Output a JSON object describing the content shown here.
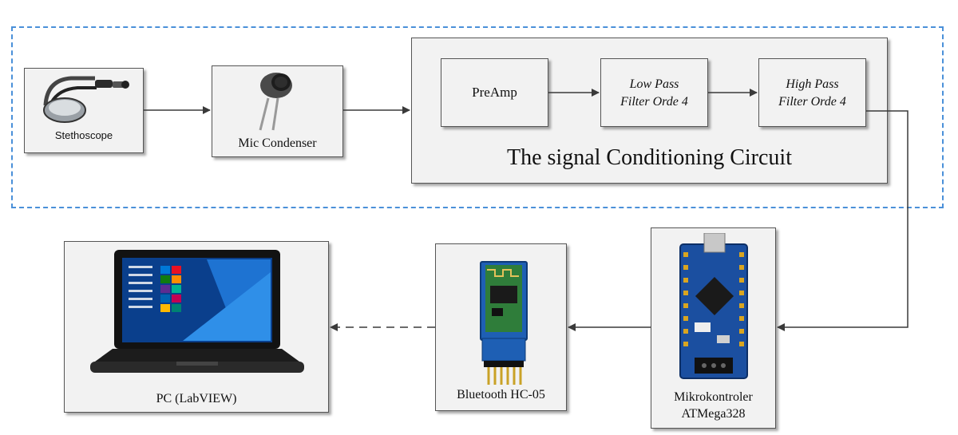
{
  "blocks": {
    "stethoscope": "Stethoscope",
    "mic": "Mic Condenser",
    "preamp": "PreAmp",
    "lowpass_line1": "Low Pass",
    "lowpass_line2": "Filter Orde 4",
    "highpass_line1": "High Pass",
    "highpass_line2": "Filter Orde 4",
    "conditioning_title": "The signal Conditioning Circuit",
    "micro_line1": "Mikrokontroler",
    "micro_line2": "ATMega328",
    "bluetooth": "Bluetooth HC-05",
    "pc": "PC (LabVIEW)"
  },
  "colors": {
    "dashed_frame": "#4a90d9",
    "box_fill": "#f2f2f2",
    "arduino_board": "#1b4fa0",
    "bluetooth_board": "#1e5fb4"
  },
  "connections": [
    {
      "from": "stethoscope",
      "to": "mic",
      "style": "solid"
    },
    {
      "from": "mic",
      "to": "signal-conditioning",
      "style": "solid"
    },
    {
      "from": "preamp",
      "to": "low-pass-filter",
      "style": "solid"
    },
    {
      "from": "low-pass-filter",
      "to": "high-pass-filter",
      "style": "solid"
    },
    {
      "from": "high-pass-filter",
      "to": "microcontroller",
      "style": "solid"
    },
    {
      "from": "microcontroller",
      "to": "bluetooth",
      "style": "solid"
    },
    {
      "from": "bluetooth",
      "to": "pc",
      "style": "dashed"
    }
  ]
}
